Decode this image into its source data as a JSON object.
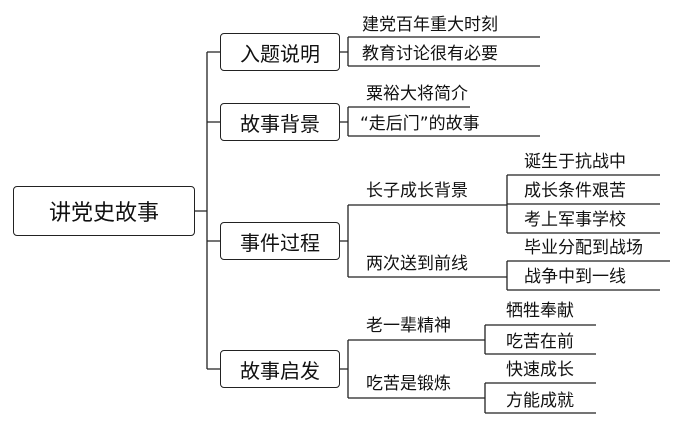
{
  "root": {
    "label": "讲党史故事"
  },
  "branches": [
    {
      "label": "入题说明",
      "children": [
        {
          "label": "建党百年重大时刻"
        },
        {
          "label": "教育讨论很有必要"
        }
      ]
    },
    {
      "label": "故事背景",
      "children": [
        {
          "label": "粟裕大将简介"
        },
        {
          "label": "“走后门”的故事"
        }
      ]
    },
    {
      "label": "事件过程",
      "children": [
        {
          "label": "长子成长背景",
          "children": [
            {
              "label": "诞生于抗战中"
            },
            {
              "label": "成长条件艰苦"
            },
            {
              "label": "考上军事学校"
            }
          ]
        },
        {
          "label": "两次送到前线",
          "children": [
            {
              "label": "毕业分配到战场"
            },
            {
              "label": "战争中到一线"
            }
          ]
        }
      ]
    },
    {
      "label": "故事启发",
      "children": [
        {
          "label": "老一辈精神",
          "children": [
            {
              "label": "牺牲奉献"
            },
            {
              "label": "吃苦在前"
            }
          ]
        },
        {
          "label": "吃苦是锻炼",
          "children": [
            {
              "label": "快速成长"
            },
            {
              "label": "方能成就"
            }
          ]
        }
      ]
    }
  ]
}
